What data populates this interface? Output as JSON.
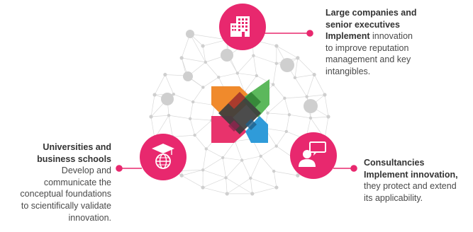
{
  "colors": {
    "accent": "#e8286e",
    "logo_orange": "#f08a2c",
    "logo_green": "#5cb85c",
    "logo_pink": "#e8336c",
    "logo_blue": "#2f9bd9",
    "logo_dark": "#3d3d3d",
    "network_line": "#d9d9d9",
    "network_node": "#cfcfcf"
  },
  "actors": [
    {
      "id": "corporate",
      "icon": "office-building-icon",
      "title_lines": [
        "Large companies and",
        "senior executives"
      ],
      "action": "Implement",
      "desc_first": " innovation",
      "desc_lines": [
        "to improve reputation",
        "management and key",
        "intangibles."
      ]
    },
    {
      "id": "consultancies",
      "icon": "consultant-speech-bubble-icon",
      "title_lines": [
        "Consultancies",
        "Implement innovation,"
      ],
      "desc_lines": [
        "they protect and extend",
        "its applicability."
      ]
    },
    {
      "id": "universities",
      "icon": "graduation-cap-globe-icon",
      "title_lines": [
        "Universities and",
        "business schools"
      ],
      "desc_lines": [
        "Develop and",
        "communicate the",
        "conceptual foundations",
        "to scientifically validate",
        "innovation."
      ]
    }
  ]
}
